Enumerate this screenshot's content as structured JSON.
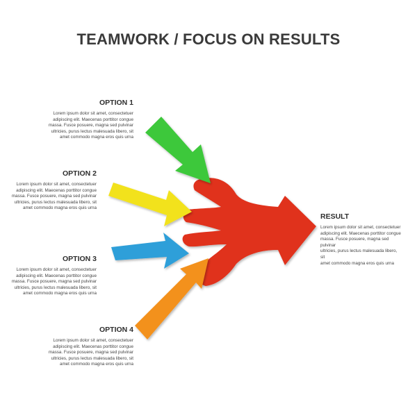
{
  "title": "TEAMWORK / FOCUS ON RESULTS",
  "options": [
    {
      "label": "OPTION 1",
      "lines": [
        "Lorem ipsum dolor sit amet, consectetuer",
        "adipiscing elit. Maecenas porttitor congue",
        "massa. Fusce posuere, magna sed pulvinar",
        "ultricies, purus lectus malesuada libero, sit",
        "amet commodo magna eros quis urna"
      ],
      "color": "#3cc83a"
    },
    {
      "label": "OPTION 2",
      "lines": [
        "Lorem ipsum dolor sit amet, consectetuer",
        "adipiscing elit. Maecenas porttitor congue",
        "massa. Fusce posuere, magna sed pulvinar",
        "ultricies, purus lectus malesuada libero, sit",
        "amet commodo magna eros quis urna"
      ],
      "color": "#f2e21c"
    },
    {
      "label": "OPTION 3",
      "lines": [
        "Lorem ipsum dolor sit amet, consectetuer",
        "adipiscing elit. Maecenas porttitor congue",
        "massa. Fusce posuere, magna sed pulvinar",
        "ultricies, purus lectus malesuada libero, sit",
        "amet commodo magna eros quis urna"
      ],
      "color": "#2d9fd9"
    },
    {
      "label": "OPTION 4",
      "lines": [
        "Lorem ipsum dolor sit amet, consectetuer",
        "adipiscing elit. Maecenas porttitor congue",
        "massa. Fusce posuere, magna sed pulvinar",
        "ultricies, purus lectus malesuada libero, sit",
        "amet commodo magna eros quis urna"
      ],
      "color": "#f3911e"
    }
  ],
  "result": {
    "label": "RESULT",
    "lines": [
      "Lorem ipsum dolor sit amet, consectetuer",
      "adipiscing elit. Maecenas porttitor congue",
      "massa. Fusce posuere, magna sed pulvinar",
      "ultricies, purus lectus malesuada libero, sit",
      "amet commodo magna eros quis urna"
    ],
    "color": "#e0301e"
  }
}
